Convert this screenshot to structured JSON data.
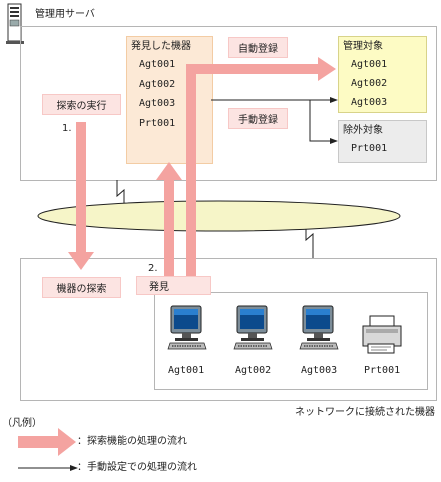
{
  "manager": {
    "title": "管理用サーバ"
  },
  "discovered": {
    "title": "発見した機器",
    "items": [
      "Agt001",
      "Agt002",
      "Agt003",
      "Prt001"
    ]
  },
  "labels": {
    "search_exec": "探索の実行",
    "step1": "1.",
    "auto_register": "自動登録",
    "manual_register": "手動登録",
    "device_search": "機器の探索",
    "step2": "2.",
    "discover": "発見"
  },
  "managed": {
    "title": "管理対象",
    "items": [
      "Agt001",
      "Agt002",
      "Agt003"
    ]
  },
  "excluded": {
    "title": "除外対象",
    "items": [
      "Prt001"
    ]
  },
  "devices": {
    "items": [
      "Agt001",
      "Agt002",
      "Agt003",
      "Prt001"
    ],
    "caption": "ネットワークに接続された機器"
  },
  "legend": {
    "title": "（凡例）",
    "search_flow": "：探索機能の処理の流れ",
    "manual_flow": "：手動設定での処理の流れ"
  },
  "colors": {
    "flow_arrow": "#f4a3a0",
    "pink_box": "#fce4e2",
    "orange_box": "#fce9d6",
    "yellow_box": "#fdfbc4",
    "gray_box": "#ececec"
  }
}
